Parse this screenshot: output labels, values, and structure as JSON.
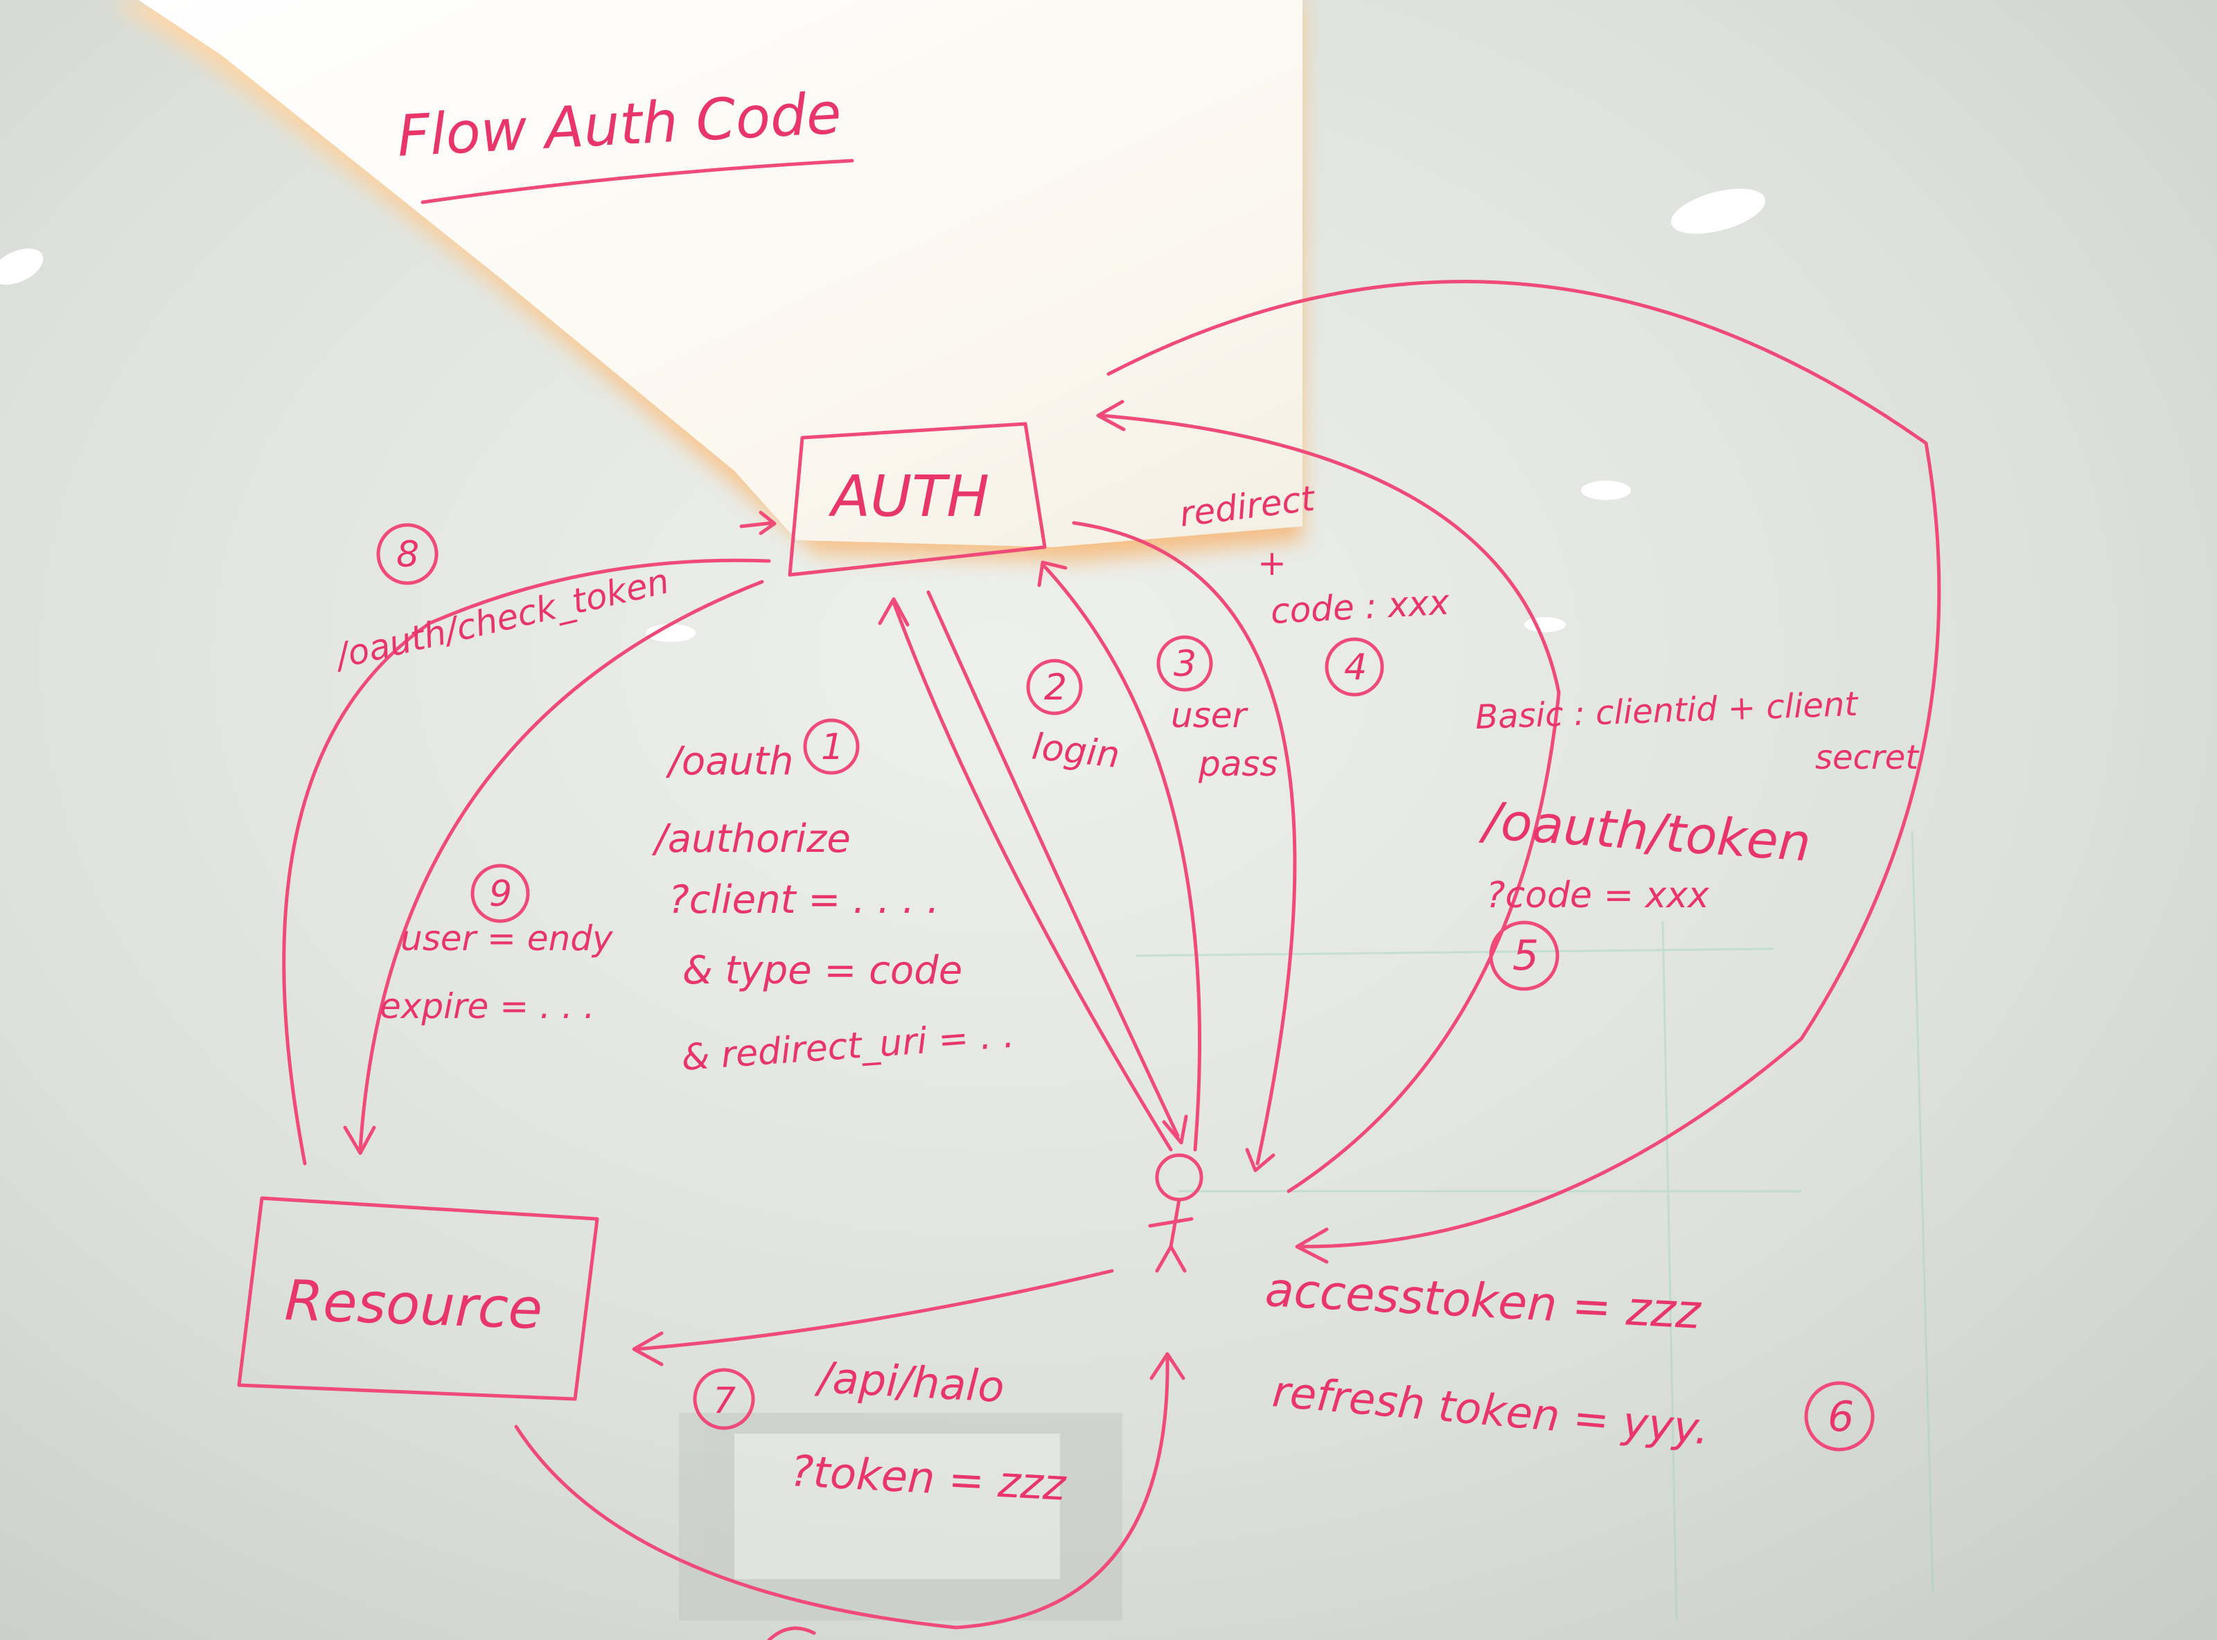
{
  "board": {
    "title": "Flow Auth Code",
    "auth_box": "AUTH",
    "resource_box": "Resource",
    "steps": {
      "s1": {
        "num": "1",
        "lines": [
          "/oauth",
          "/authorize",
          "?client = . . . .",
          "& type = code",
          "& redirect_uri = . ."
        ]
      },
      "s2": {
        "num": "2",
        "label": "login"
      },
      "s3": {
        "num": "3",
        "lines": [
          "user",
          "pass"
        ]
      },
      "s4": {
        "num": "4",
        "lines": [
          "redirect",
          "+",
          "code : xxx"
        ]
      },
      "s5": {
        "num": "5",
        "lines": [
          "Basic : clientid + client",
          "secret",
          "/oauth/token",
          "?code = xxx"
        ]
      },
      "s6": {
        "num": "6",
        "lines": [
          "accesstoken = zzz",
          "refresh token = yyy."
        ]
      },
      "s7": {
        "num": "7",
        "lines": [
          "/api/halo",
          "?token = zzz"
        ]
      },
      "s8": {
        "num": "8",
        "label": "/oauth/check_token"
      },
      "s9": {
        "num": "9",
        "lines": [
          "user = endy",
          "expire = . . ."
        ]
      }
    },
    "colors": {
      "ink": "#ef4a78",
      "board": "#dfe2dc",
      "light": "#fff6e0"
    }
  }
}
